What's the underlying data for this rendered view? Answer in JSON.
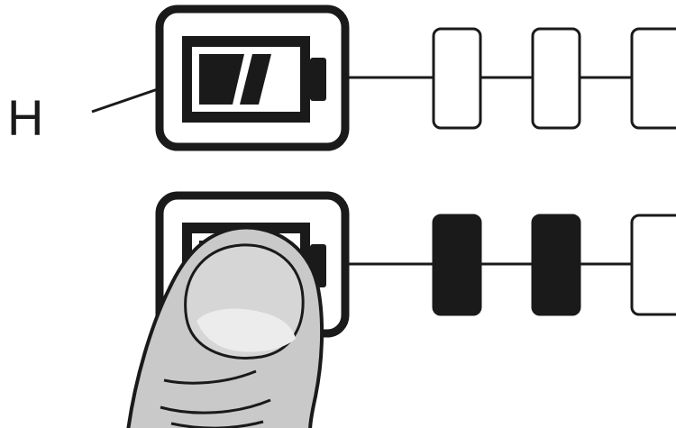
{
  "callout": {
    "label": "H"
  },
  "colors": {
    "ink": "#1a1a1a",
    "paper": "#ffffff",
    "finger_fill": "#c9c9c9",
    "finger_highlight": "#e6e6e6"
  },
  "top_row": {
    "button_icon": "battery-icon",
    "battery_fill_bars": 2,
    "indicators": [
      {
        "name": "led-1",
        "state": "off"
      },
      {
        "name": "led-2",
        "state": "off"
      },
      {
        "name": "led-3",
        "state": "off"
      }
    ]
  },
  "bottom_row": {
    "button_icon": "battery-icon",
    "pressed_by": "finger",
    "indicators": [
      {
        "name": "led-1",
        "state": "on"
      },
      {
        "name": "led-2",
        "state": "on"
      },
      {
        "name": "led-3",
        "state": "off"
      }
    ]
  }
}
